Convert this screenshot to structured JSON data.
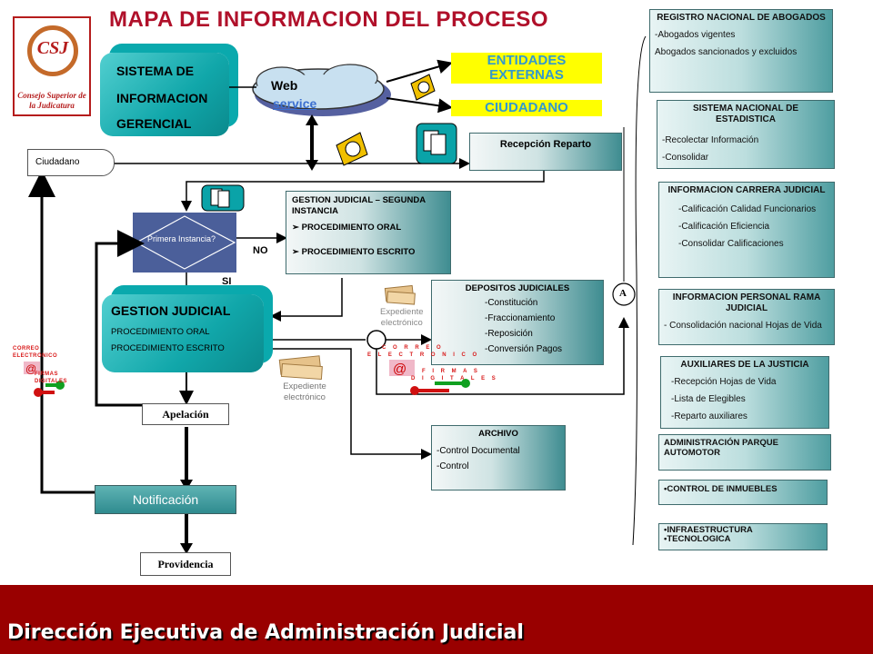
{
  "title": "MAPA DE INFORMACION DEL PROCESO",
  "logo": {
    "initials": "CSJ",
    "subtitle": "Consejo Superior de la Judicatura"
  },
  "sig": {
    "line1": "SISTEMA DE",
    "line2": "INFORMACION",
    "line3": "GERENCIAL"
  },
  "web_service": {
    "label": "Web",
    "link": "service"
  },
  "entidades": {
    "line1": "ENTIDADES",
    "line2": "EXTERNAS"
  },
  "ciudadano_yellow": "CIUDADANO",
  "recepcion": "Recepción Reparto",
  "ciudadano_box": "Ciudadano",
  "decision": {
    "label": "Primera Instancia?",
    "no": "NO",
    "si": "SI"
  },
  "gestion_segunda": {
    "title": "GESTION JUDICIAL – SEGUNDA INSTANCIA",
    "item1": "PROCEDIMIENTO ORAL",
    "item2": "PROCEDIMIENTO ESCRITO"
  },
  "gestion_judicial": {
    "title": "GESTION JUDICIAL",
    "item1": "PROCEDIMIENTO ORAL",
    "item2": "PROCEDIMIENTO ESCRITO"
  },
  "depositos": {
    "title": "DEPOSITOS JUDICIALES",
    "items": [
      "-Constitución",
      "-Fraccionamiento",
      "-Reposición",
      "-Conversión Pagos"
    ]
  },
  "expediente": {
    "line1": "Expediente",
    "line2": "electrónico"
  },
  "correo": {
    "left": "CORREO ELECTRONICO",
    "right1": "C O R R E O",
    "right2": "E L E C T R O N I C O"
  },
  "firmas": {
    "left": "FIRMAS DIGITALES",
    "right1": "F I R M A S",
    "right2": "D I G I T A L E S"
  },
  "apelacion": "Apelación",
  "notificacion": "Notificación",
  "providencia": "Providencia",
  "archivo": {
    "title": "ARCHIVO",
    "items": [
      "-Control Documental",
      "-Control"
    ]
  },
  "connector_a": "A",
  "right_boxes": {
    "registro": {
      "title": "REGISTRO NACIONAL DE ABOGADOS",
      "items": [
        "-Abogados vigentes",
        "Abogados sancionados y excluidos"
      ]
    },
    "estadistica": {
      "title": "SISTEMA NACIONAL DE ESTADISTICA",
      "items": [
        "-Recolectar Información",
        "-Consolidar"
      ]
    },
    "carrera": {
      "title": "INFORMACION CARRERA JUDICIAL",
      "items": [
        "-Calificación Calidad Funcionarios",
        "-Calificación Eficiencia",
        "-Consolidar Calificaciones"
      ]
    },
    "personal": {
      "title": "INFORMACION PERSONAL RAMA JUDICIAL",
      "items": [
        "- Consolidación nacional Hojas de Vida"
      ]
    },
    "auxiliares": {
      "title": "AUXILIARES DE LA JUSTICIA",
      "items": [
        "-Recepción Hojas de Vida",
        "-Lista de Elegibles",
        "-Reparto auxiliares"
      ]
    },
    "parque": {
      "title": "ADMINISTRACIÓN PARQUE AUTOMOTOR"
    },
    "inmuebles": {
      "title": "CONTROL DE INMUEBLES"
    },
    "infraestructura": {
      "line1": "INFRAESTRUCTURA",
      "line2": "TECNOLOGICA"
    }
  },
  "footer": "Dirección Ejecutiva de Administración Judicial",
  "colors": {
    "title": "#b0102a",
    "teal": "#11a7aa",
    "footer": "#990000",
    "yellow": "#ffff00"
  }
}
